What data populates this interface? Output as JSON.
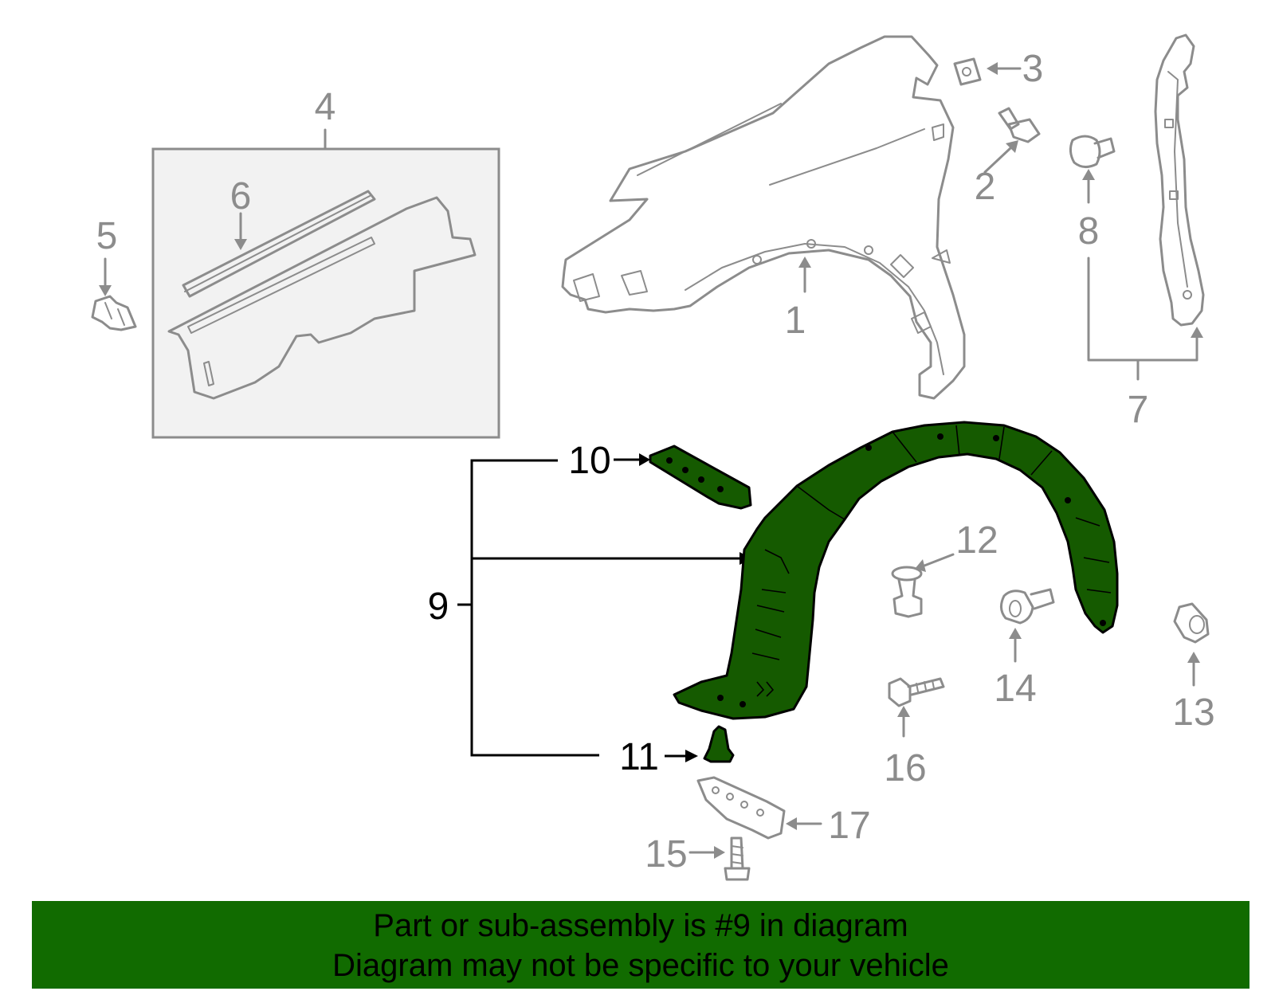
{
  "callouts": {
    "c1": "1",
    "c2": "2",
    "c3": "3",
    "c4": "4",
    "c5": "5",
    "c6": "6",
    "c7": "7",
    "c8": "8",
    "c9": "9",
    "c10": "10",
    "c11": "11",
    "c12": "12",
    "c13": "13",
    "c14": "14",
    "c15": "15",
    "c16": "16",
    "c17": "17"
  },
  "highlight_color": "#116b00",
  "part_fill_color": "#155a00",
  "banner": {
    "line1": "Part or sub-assembly is #9 in diagram",
    "line2": "Diagram may not be specific to your vehicle"
  }
}
